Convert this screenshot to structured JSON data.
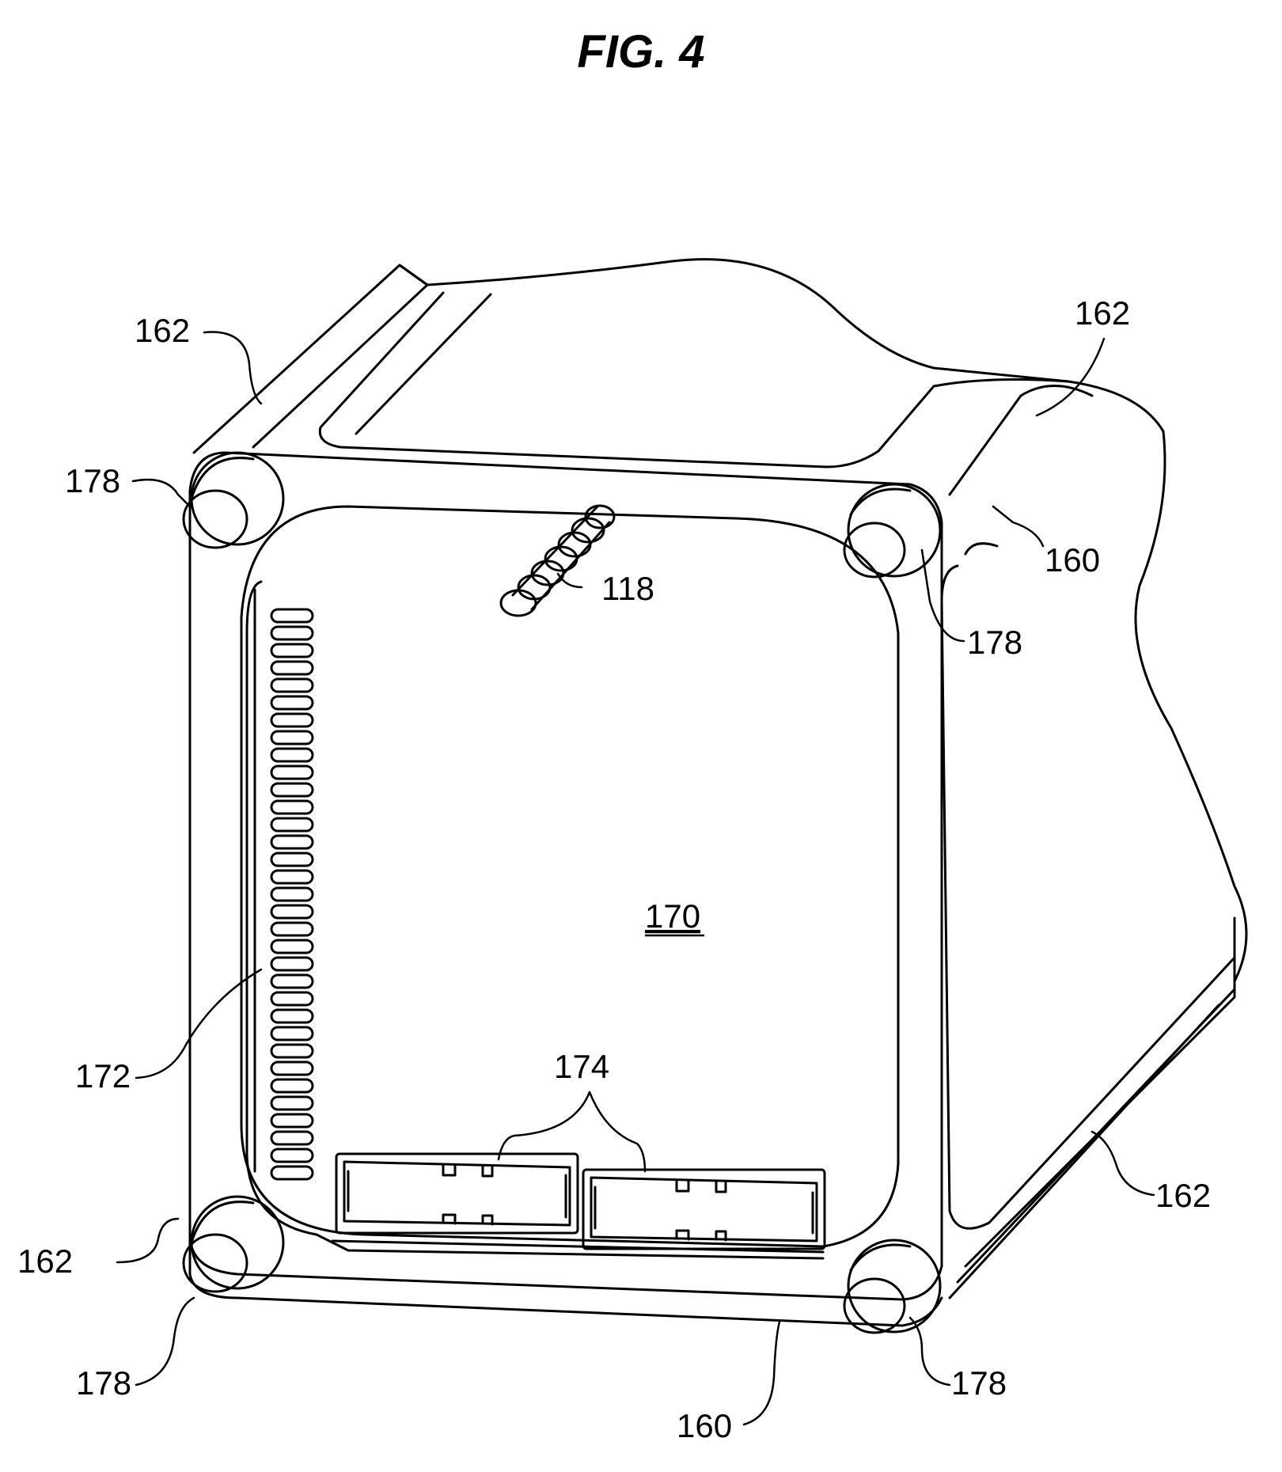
{
  "figure": {
    "title": "FIG. 4",
    "labels": {
      "l162_top_left": "162",
      "l162_top_right": "162",
      "l162_bottom_right": "162",
      "l162_bottom_left": "162",
      "l178_top_left": "178",
      "l178_top_right": "178",
      "l178_bottom_left": "178",
      "l178_bottom_right": "178",
      "l160_right": "160",
      "l160_bottom": "160",
      "l118": "118",
      "l170": "170",
      "l172": "172",
      "l174": "174"
    }
  }
}
